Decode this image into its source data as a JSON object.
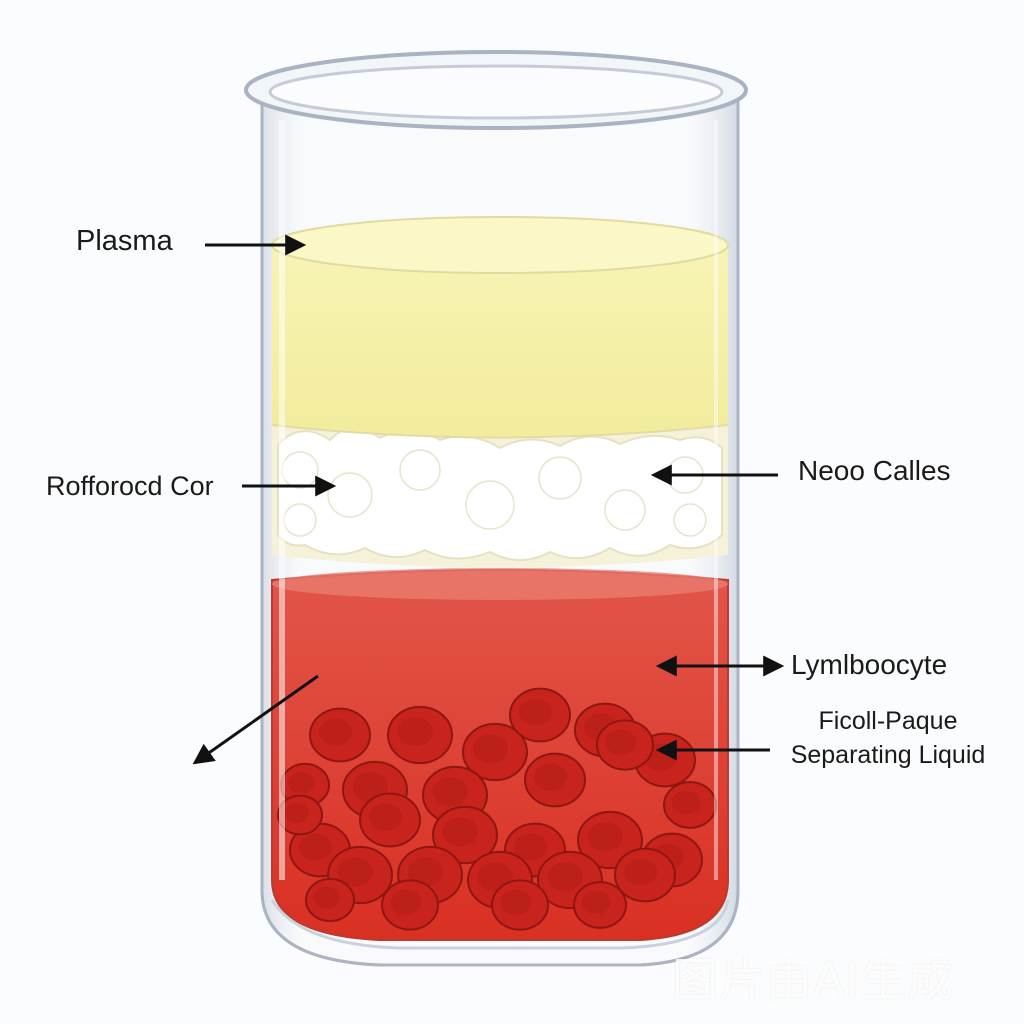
{
  "labels": {
    "plasma": "Plasma",
    "left_mid": "Rofforocd Cor",
    "right_mid": "Neoo Calles",
    "lymphocyte": "Lymlboocyte",
    "ficoll_line1": "Ficoll-Paque",
    "ficoll_line2": "Separating Liquid"
  },
  "watermark": "图片由AI生成",
  "colors": {
    "plasma": "#f6f2a8",
    "buffy_coat": "#ffffff",
    "red_layer": "#e33b2c",
    "red_cells": "#c9261f",
    "glass": "#e6ebf1",
    "arrow": "#111111"
  }
}
